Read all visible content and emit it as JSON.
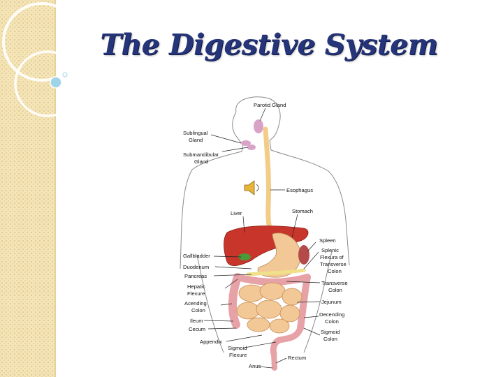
{
  "slide": {
    "title": "The Digestive System"
  },
  "diagram": {
    "labels": {
      "parotid_gland": "Parotid Gland",
      "sublingual_gland_1": "Sublingual",
      "sublingual_gland_2": "Gland",
      "submandibular_gland_1": "Submandibular",
      "submandibular_gland_2": "Gland",
      "esophagus": "Esophagus",
      "liver": "Liver",
      "stomach": "Stomach",
      "spleen": "Spleen",
      "splenic_flexure_1": "Splenic",
      "splenic_flexure_2": "Flexura of",
      "splenic_flexure_3": "Transverse",
      "splenic_flexure_4": "Colon",
      "gallbladder": "Gallbladder",
      "duodenum": "Duodenum",
      "pancreas": "Pancreas",
      "transverse_colon_1": "Transverse",
      "transverse_colon_2": "Colon",
      "hepatic_flexure_1": "Hepatic",
      "hepatic_flexure_2": "Flexure",
      "jejunum": "Jejunum",
      "ascending_colon_1": "Acending",
      "ascending_colon_2": "Colon",
      "descending_colon_1": "Decending",
      "descending_colon_2": "Colon",
      "ileum": "Ileum",
      "cecum": "Cecum",
      "sigmoid_colon_1": "Sigmoid",
      "sigmoid_colon_2": "Colon",
      "appendix": "Appendix",
      "sigmoid_flexure_1": "Sigmoid",
      "sigmoid_flexure_2": "Flexure",
      "rectum": "Rectum",
      "anus": "Anus"
    },
    "colors": {
      "title": "#26357a",
      "liver": "#c8352b",
      "intestine": "#f2c896",
      "colon": "#e6a2a6",
      "gland": "#d9a3c8",
      "esophagus": "#f3cc88"
    }
  },
  "icons": {
    "audio": "speaker-icon"
  }
}
